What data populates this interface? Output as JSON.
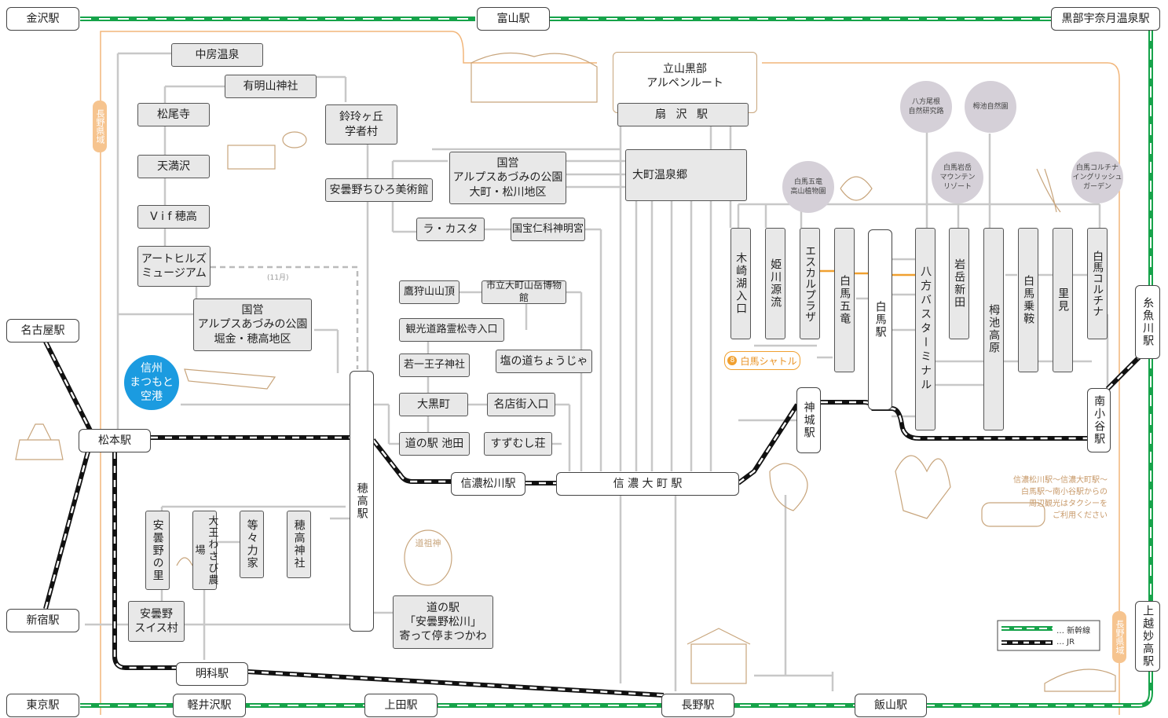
{
  "stations": {
    "kanazawa": "金沢駅",
    "toyama": "富山駅",
    "kurobe_unazuki": "黒部宇奈月温泉駅",
    "nagoya": "名古屋駅",
    "matsumoto": "松本駅",
    "shinjuku": "新宿駅",
    "tokyo": "東京駅",
    "karuizawa": "軽井沢駅",
    "ueda": "上田駅",
    "nagano": "長野駅",
    "iiyama": "飯山駅",
    "joetsumyoko": "上越妙高駅",
    "itoigawa": "糸魚川駅",
    "minamiotari": "南小谷駅",
    "akashina": "明科駅",
    "shinano_matsukawa": "信濃松川駅",
    "shinano_omachi": "信 濃 大 町 駅",
    "hotaka": "穂高駅",
    "kamishiro": "神城駅",
    "hakuba": "白馬駅",
    "ogizawa": "扇 沢 駅"
  },
  "alpine_route": "立山黒部\nアルペンルート",
  "spots": {
    "nakabusa": "中房温泉",
    "ariake_jinja": "有明山神社",
    "matsuodera": "松尾寺",
    "tenmanzawa": "天満沢",
    "vif_hotaka": "V i f 穂高",
    "art_hills": "アートヒルズ\nミュージアム",
    "kokuei_horigane": "国営\nアルプスあづみの公園\n堀金・穂高地区",
    "suzurei": "鈴玲ヶ丘\n学者村",
    "chihiro": "安曇野ちひろ美術館",
    "kokuei_omachi": "国営\nアルプスあづみの公園\n大町・松川地区",
    "lacasta": "ラ・カスタ",
    "nishina_shinmei": "国宝仁科神明宮",
    "omachi_onsen": "大町温泉郷",
    "takagari": "鷹狩山山頂",
    "sangaku_museum": "市立大町山岳博物館",
    "reishoji": "観光道路霊松寺入口",
    "wakaichi_oji": "若一王子神社",
    "shio_no_michi": "塩の道ちょうじゃ",
    "daikokucho": "大黒町",
    "meitengai": "名店街入口",
    "michinoeki_ikeda": "道の駅 池田",
    "suzumushiso": "すずむし荘",
    "azumino_no_sato": "安曇野の里",
    "daio_wasabi": "大王わさび農場",
    "todoriki": "等々力家",
    "hotaka_jinja": "穂高神社",
    "azumino_swiss": "安曇野\nスイス村",
    "michinoeki_matsukawa": "道の駅\n「安曇野松川」\n寄って停まつかわ",
    "kisakiko": "木崎湖入口",
    "himekawa": "姫川源流",
    "escal": "エスカルプラザ",
    "hakuba_goryu": "白馬五竜",
    "happo_bus": "八方バスターミナル",
    "iwatake": "岩岳新田",
    "tsugaike": "栂池高原",
    "hakuba_norikura": "白馬乗鞍",
    "sato_mi": "里見",
    "hakuba_cortina": "白馬コルチナ"
  },
  "circles": {
    "goryu_plants": "白馬五竜\n高山植物園",
    "happo_nature": "八方尾根\n自然研究路",
    "iwatake_resort": "白馬岩岳\nマウンテン\nリゾート",
    "tsugaike_park": "栂池自然園",
    "cortina_garden": "白馬コルチナ\nイングリッシュ\nガーデン"
  },
  "airport": "信州\nまつもと\n空港",
  "pref_border_left": "長野県域",
  "pref_border_right": "長野県域",
  "shuttle": {
    "num": "8",
    "label": "白馬シャトル"
  },
  "november_note": "(11月)",
  "taxi_note": "信濃松川駅〜信濃大町駅〜\n白馬駅〜南小谷駅からの\n周辺観光はタクシーを\nご利用ください",
  "legend": {
    "shinkansen": "… 新幹線",
    "jr": "… JR"
  },
  "colors": {
    "shinkansen": "#16a34a",
    "jr": "#111111",
    "bus": "#c8c8c8",
    "shuttle": "#f0a030",
    "border": "#f2b67a",
    "airport": "#1b9be0"
  }
}
